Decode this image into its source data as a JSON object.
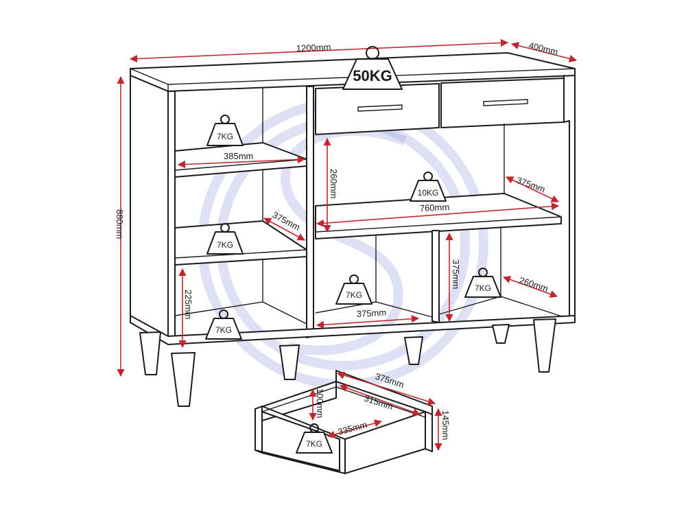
{
  "colors": {
    "outline": "#1a1a1a",
    "dimension": "#c0262b",
    "watermark": "#8a93d8"
  },
  "dimensions": {
    "width": "1200mm",
    "depth": "400mm",
    "height": "880mm",
    "left_shelf_width": "385mm",
    "left_shelf_depth": "375mm",
    "left_bottom_height": "225mm",
    "mid_opening_height": "260mm",
    "mid_shelf_width": "760mm",
    "mid_shelf_depth": "375mm",
    "lower_center_width": "375mm",
    "lower_right_height": "375mm",
    "lower_right_depth": "260mm",
    "drawer_length": "375mm",
    "drawer_inner_length": "315mm",
    "drawer_inner_width": "335mm",
    "drawer_inner_height": "100mm",
    "drawer_height": "145mm"
  },
  "weights": {
    "top": "50KG",
    "left_top_shelf": "7KG",
    "left_mid_shelf": "7KG",
    "left_bottom": "7KG",
    "mid_shelf": "10KG",
    "lower_center": "7KG",
    "lower_right": "7KG",
    "drawer": "7KG"
  }
}
